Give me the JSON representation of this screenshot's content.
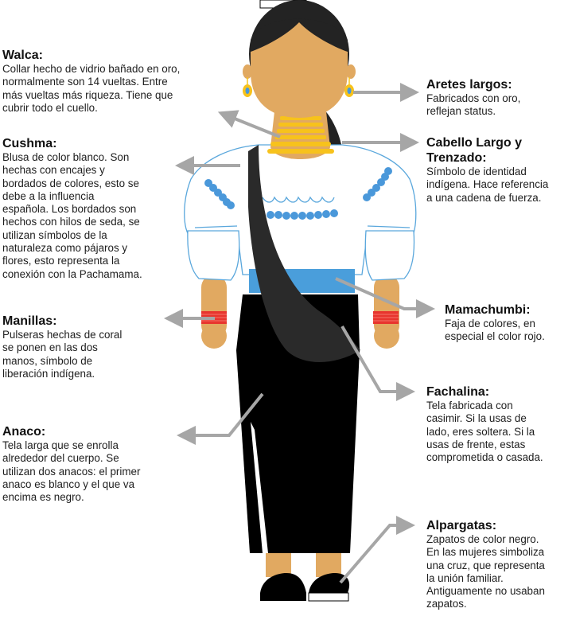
{
  "diagram": {
    "subject": "Traditional indigenous woman's clothing",
    "colors": {
      "skin": "#E1A961",
      "hair": "#232323",
      "gold": "#F7C21C",
      "blouse_outline": "#5AA7DC",
      "embroidery": "#4A98DA",
      "sash": "#4A9EDB",
      "braid_band": "#1F5F8E",
      "fachalina": "#2A2A2A",
      "anaco": "#000000",
      "bracelet": "#E8352E",
      "arrow": "#A6A6A6"
    }
  },
  "labels": {
    "walca": {
      "title": "Walca:",
      "lines": [
        "Collar hecho de vidrio bañado en oro,",
        "normalmente son 14 vueltas. Entre",
        "más vueltas más riqueza. Tiene que",
        "cubrir todo el cuello."
      ]
    },
    "cushma": {
      "title": "Cushma:",
      "lines": [
        "Blusa de color blanco. Son",
        "hechas con encajes y",
        "bordados de colores, esto se",
        "debe a la influencia",
        "española. Los bordados son",
        "hechos con hilos de seda, se",
        "utilizan símbolos de la",
        "naturaleza como pájaros y",
        "flores, esto representa la",
        "conexión con la Pachamama."
      ]
    },
    "manillas": {
      "title": "Manillas:",
      "lines": [
        "Pulseras hechas de coral",
        "se ponen en las dos",
        "manos, símbolo de",
        "liberación indígena."
      ]
    },
    "anaco": {
      "title": "Anaco:",
      "lines": [
        "Tela larga que se enrolla",
        "alrededor del cuerpo. Se",
        "utilizan dos anacos: el primer",
        "anaco es blanco y el que va",
        "encima es negro."
      ]
    },
    "aretes": {
      "title": "Aretes largos:",
      "lines": [
        "Fabricados con oro,",
        "reflejan status."
      ]
    },
    "cabello": {
      "title_lines": [
        "Cabello Largo y",
        "Trenzado:"
      ],
      "lines": [
        "Símbolo de identidad",
        "indígena. Hace referencia",
        "a una cadena de fuerza."
      ]
    },
    "mamachumbi": {
      "title": "Mamachumbi:",
      "lines": [
        "Faja de colores, en",
        "especial el color rojo."
      ]
    },
    "fachalina": {
      "title": "Fachalina:",
      "lines": [
        "Tela fabricada con",
        "casimir. Si la usas de",
        "lado, eres soltera. Si la",
        "usas de frente, estas",
        "comprometida o casada."
      ]
    },
    "alpargatas": {
      "title": "Alpargatas:",
      "lines": [
        "Zapatos de color negro.",
        "En las mujeres simboliza",
        "una cruz, que representa",
        "la unión familiar.",
        "Antiguamente no usaban",
        "zapatos."
      ]
    }
  }
}
